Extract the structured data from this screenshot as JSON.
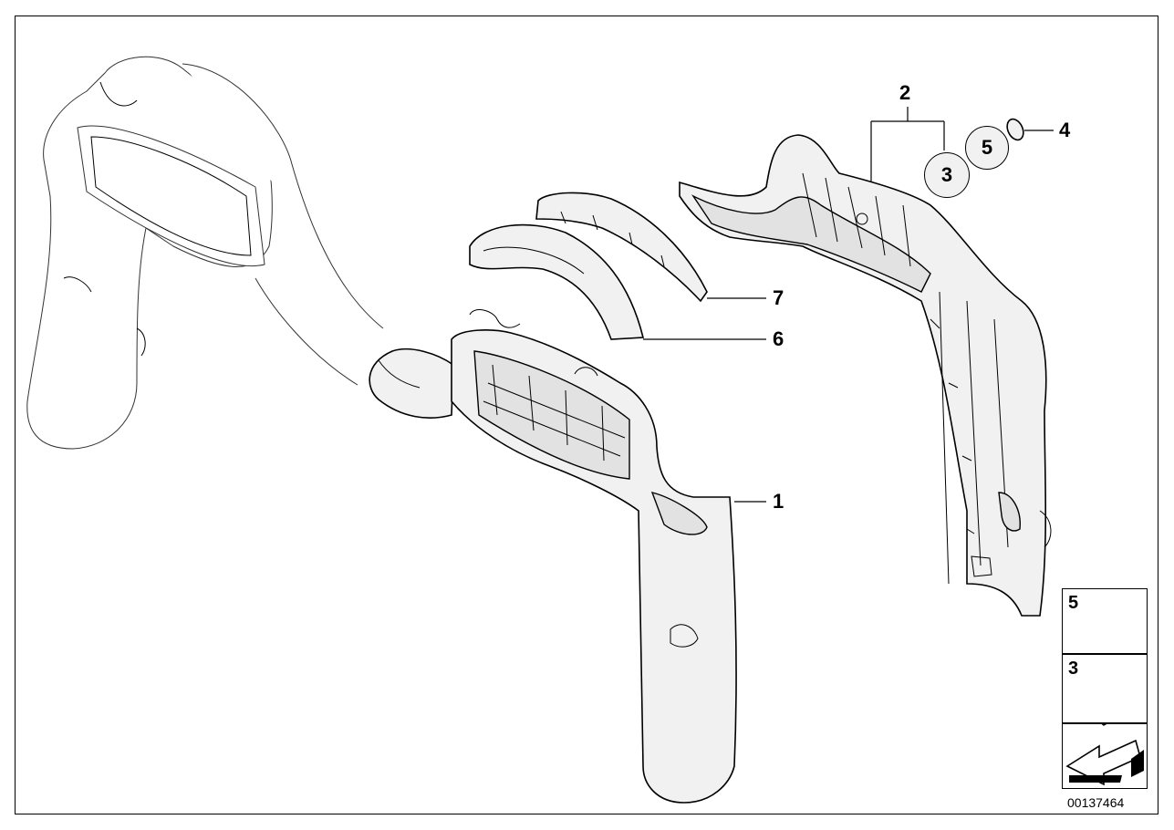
{
  "diagram": {
    "callouts": {
      "part1": "1",
      "part2": "2",
      "part3": "3",
      "part4": "4",
      "part5": "5",
      "part6": "6",
      "part7": "7"
    },
    "legend": {
      "item5_label": "5",
      "item3_label": "3"
    },
    "diagram_id": "00137464",
    "colors": {
      "line": "#000000",
      "fill_light": "#f2f2f2",
      "fill_mid": "#e6e6e6",
      "ghost_line": "#555555"
    }
  }
}
